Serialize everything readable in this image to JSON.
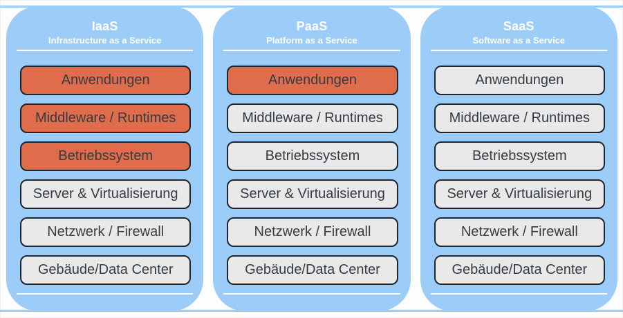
{
  "colors": {
    "column_bg": "#9CCDF8",
    "highlight": "#E06C4B",
    "layer_bg": "#E9E9E9",
    "layer_border": "#1E252E",
    "layer_text": "#343C44",
    "header_text": "#FFFFFF",
    "divider": "#FFFFFF"
  },
  "columns": [
    {
      "id": "iaas",
      "title": "IaaS",
      "subtitle": "Infrastructure as a Service",
      "layers": [
        {
          "label": "Anwendungen",
          "highlighted": true
        },
        {
          "label": "Middleware / Runtimes",
          "highlighted": true
        },
        {
          "label": "Betriebssystem",
          "highlighted": true
        },
        {
          "label": "Server & Virtualisierung",
          "highlighted": false
        },
        {
          "label": "Netzwerk / Firewall",
          "highlighted": false
        },
        {
          "label": "Gebäude/Data Center",
          "highlighted": false
        }
      ]
    },
    {
      "id": "paas",
      "title": "PaaS",
      "subtitle": "Platform as a Service",
      "layers": [
        {
          "label": "Anwendungen",
          "highlighted": true
        },
        {
          "label": "Middleware / Runtimes",
          "highlighted": false
        },
        {
          "label": "Betriebssystem",
          "highlighted": false
        },
        {
          "label": "Server & Virtualisierung",
          "highlighted": false
        },
        {
          "label": "Netzwerk / Firewall",
          "highlighted": false
        },
        {
          "label": "Gebäude/Data Center",
          "highlighted": false
        }
      ]
    },
    {
      "id": "saas",
      "title": "SaaS",
      "subtitle": "Software as a Service",
      "layers": [
        {
          "label": "Anwendungen",
          "highlighted": false
        },
        {
          "label": "Middleware / Runtimes",
          "highlighted": false
        },
        {
          "label": "Betriebssystem",
          "highlighted": false
        },
        {
          "label": "Server & Virtualisierung",
          "highlighted": false
        },
        {
          "label": "Netzwerk / Firewall",
          "highlighted": false
        },
        {
          "label": "Gebäude/Data Center",
          "highlighted": false
        }
      ]
    }
  ]
}
